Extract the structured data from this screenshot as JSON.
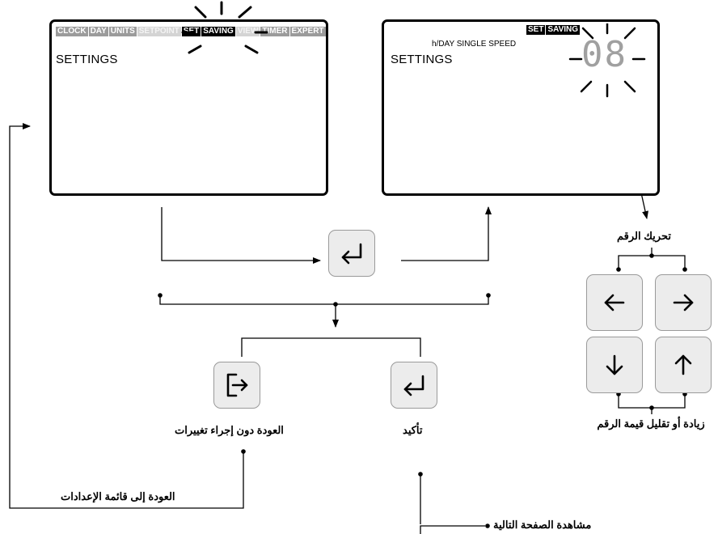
{
  "screen_1": {
    "tabs": [
      "CLOCK",
      "DAY",
      "UNITS",
      "SETPOINT",
      "SET",
      "SAVING",
      "VIEW",
      "TIMER",
      "EXPERT"
    ],
    "title": "SETTINGS"
  },
  "screen_2": {
    "tabs": [
      "SET",
      "SAVING"
    ],
    "mode_label": "h/DAY SINGLE SPEED",
    "title": "SETTINGS",
    "digits": "08"
  },
  "labels": {
    "move_digit": "تحريك الرقم",
    "increase_decrease": "زيادة أو تقليل قيمة الرقم",
    "confirm": "تأكيد",
    "back_no_changes": "العودة دون إجراء تغييرات",
    "back_to_settings_menu": "العودة إلى قائمة الإعدادات",
    "view_next_page": "مشاهدة الصفحة التالية"
  },
  "icons": {
    "enter_center": "enter-icon",
    "confirm": "enter-icon",
    "exit": "exit-icon",
    "left": "arrow-left-icon",
    "right": "arrow-right-icon",
    "down": "arrow-down-icon",
    "up": "arrow-up-icon"
  }
}
